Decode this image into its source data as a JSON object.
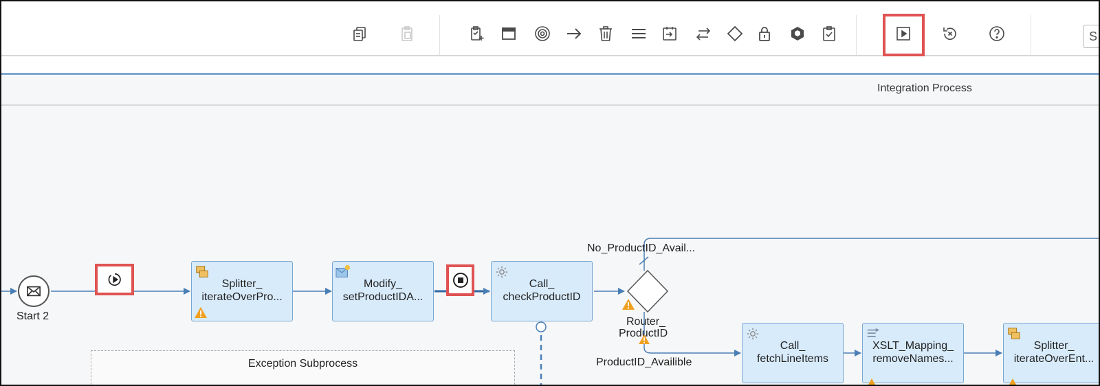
{
  "toolbar": {
    "icons": [
      "copy-icon",
      "paste-icon",
      "add-task-icon",
      "window-icon",
      "target-icon",
      "arrow-right-icon",
      "delete-icon",
      "menu-icon",
      "import-icon",
      "exchange-icon",
      "diamond-icon",
      "lock-icon",
      "package-icon",
      "checklist-icon",
      "play-icon",
      "cancel-icon",
      "help-icon"
    ],
    "search_text": "S"
  },
  "canvas": {
    "pool_title": "Integration Process",
    "start_event_label": "Start 2",
    "tasks": [
      {
        "line1": "Splitter_",
        "line2": "iterateOverPro..."
      },
      {
        "line1": "Modify_",
        "line2": "setProductIDA..."
      },
      {
        "line1": "Call_",
        "line2": "checkProductID"
      },
      {
        "line1": "Call_",
        "line2": "fetchLineItems"
      },
      {
        "line1": "XSLT_Mapping_",
        "line2": "removeNames..."
      },
      {
        "line1": "Splitter_",
        "line2": "iterateOverEnt..."
      }
    ],
    "router": {
      "line1": "Router_",
      "line2": "ProductID"
    },
    "route_labels": {
      "top": "No_ProductID_Avail...",
      "bottom": "ProductID_Availible"
    },
    "subprocess_label": "Exception Subprocess"
  },
  "colors": {
    "highlight": "#e05353",
    "task_fill": "#d8ebfb",
    "connector": "#4a7fb5",
    "warning": "#f0a020"
  }
}
